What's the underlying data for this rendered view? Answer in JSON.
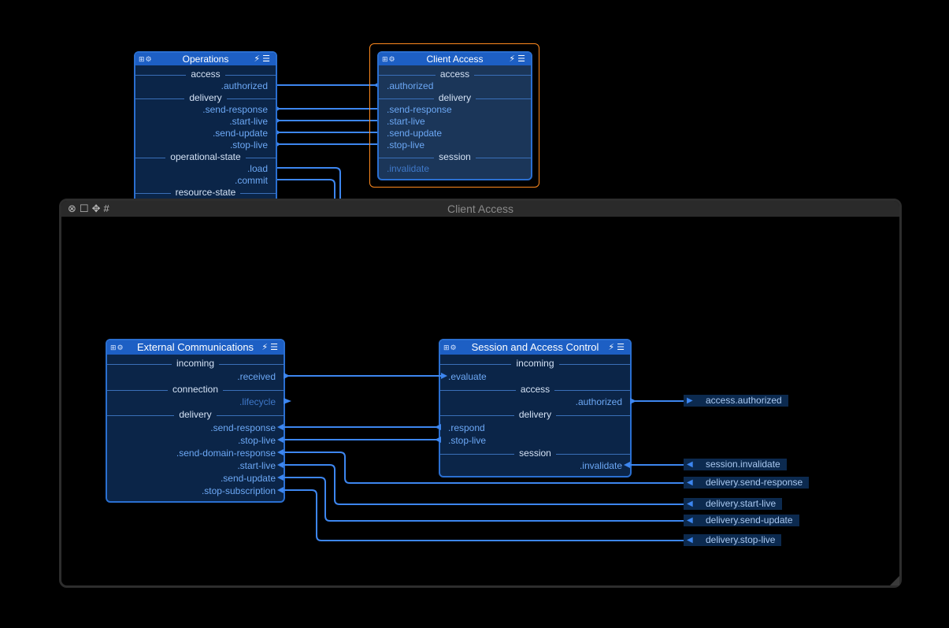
{
  "operations_node": {
    "title": "Operations",
    "rows": {
      "access": "access",
      "authorized": ".authorized",
      "delivery": "delivery",
      "send_response": ".send-response",
      "start_live": ".start-live",
      "send_update": ".send-update",
      "stop_live": ".stop-live",
      "operational_state": "operational-state",
      "load": ".load",
      "commit": ".commit",
      "resource_state": "resource-state"
    }
  },
  "client_access_node": {
    "title": "Client Access",
    "rows": {
      "access": "access",
      "authorized": ".authorized",
      "delivery": "delivery",
      "send_response": ".send-response",
      "start_live": ".start-live",
      "send_update": ".send-update",
      "stop_live": ".stop-live",
      "session": "session",
      "invalidate": ".invalidate"
    }
  },
  "subgraph_window": {
    "title": "Client Access"
  },
  "external_comms_node": {
    "title": "External Communications",
    "rows": {
      "incoming": "incoming",
      "received": ".received",
      "connection": "connection",
      "lifecycle": ".lifecycle",
      "delivery": "delivery",
      "send_response": ".send-response",
      "stop_live": ".stop-live",
      "send_domain_response": ".send-domain-response",
      "start_live": ".start-live",
      "send_update": ".send-update",
      "stop_subscription": ".stop-subscription"
    }
  },
  "session_access_node": {
    "title": "Session and Access Control",
    "rows": {
      "incoming": "incoming",
      "evaluate": ".evaluate",
      "access": "access",
      "authorized": ".authorized",
      "delivery": "delivery",
      "respond": ".respond",
      "stop_live": ".stop-live",
      "session": "session",
      "invalidate": ".invalidate"
    }
  },
  "tags": {
    "access_authorized": "access.authorized",
    "session_invalidate": "session.invalidate",
    "delivery_send_response": "delivery.send-response",
    "delivery_start_live": "delivery.start-live",
    "delivery_send_update": "delivery.send-update",
    "delivery_stop_live": "delivery.stop-live"
  },
  "colors": {
    "node_bg": "#0b2548",
    "node_border": "#2a6fd1",
    "header": "#1d5fc4",
    "wire": "#3d86ef",
    "selection": "#ff8a1e",
    "window_frame": "#2d2d2d"
  }
}
